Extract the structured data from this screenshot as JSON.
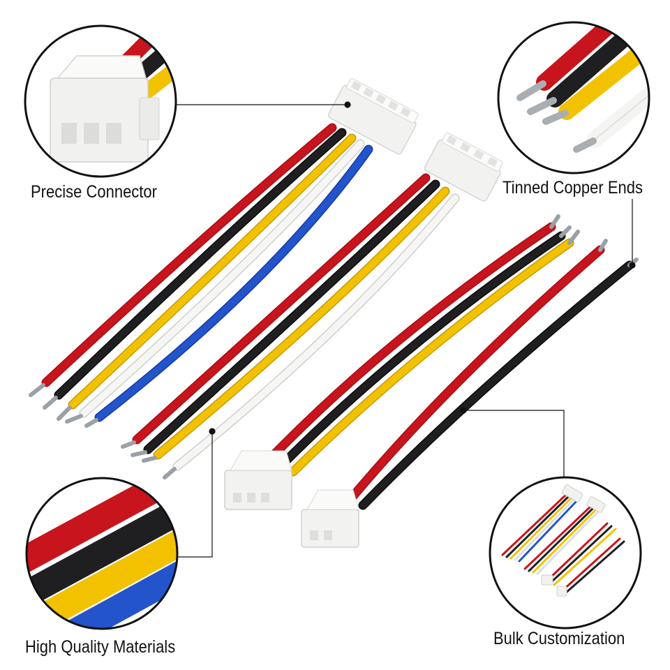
{
  "labels": {
    "precise_connector": "Precise Connector",
    "tinned_copper_ends": "Tinned Copper Ends",
    "high_quality_materials": "High Quality Materials",
    "bulk_customization": "Bulk Customization"
  },
  "colors": {
    "red": "#c8141c",
    "black": "#1c1c1e",
    "yellow": "#f2c200",
    "white_wire": "#f4f4f2",
    "blue": "#1f4fc4",
    "connector": "#f3f3f1",
    "tin": "#c9cdd2",
    "callout_line": "#111111"
  },
  "icons": [
    "precise-connector-closeup",
    "tinned-copper-ends-closeup",
    "high-quality-materials-closeup",
    "bulk-customization-closeup"
  ]
}
